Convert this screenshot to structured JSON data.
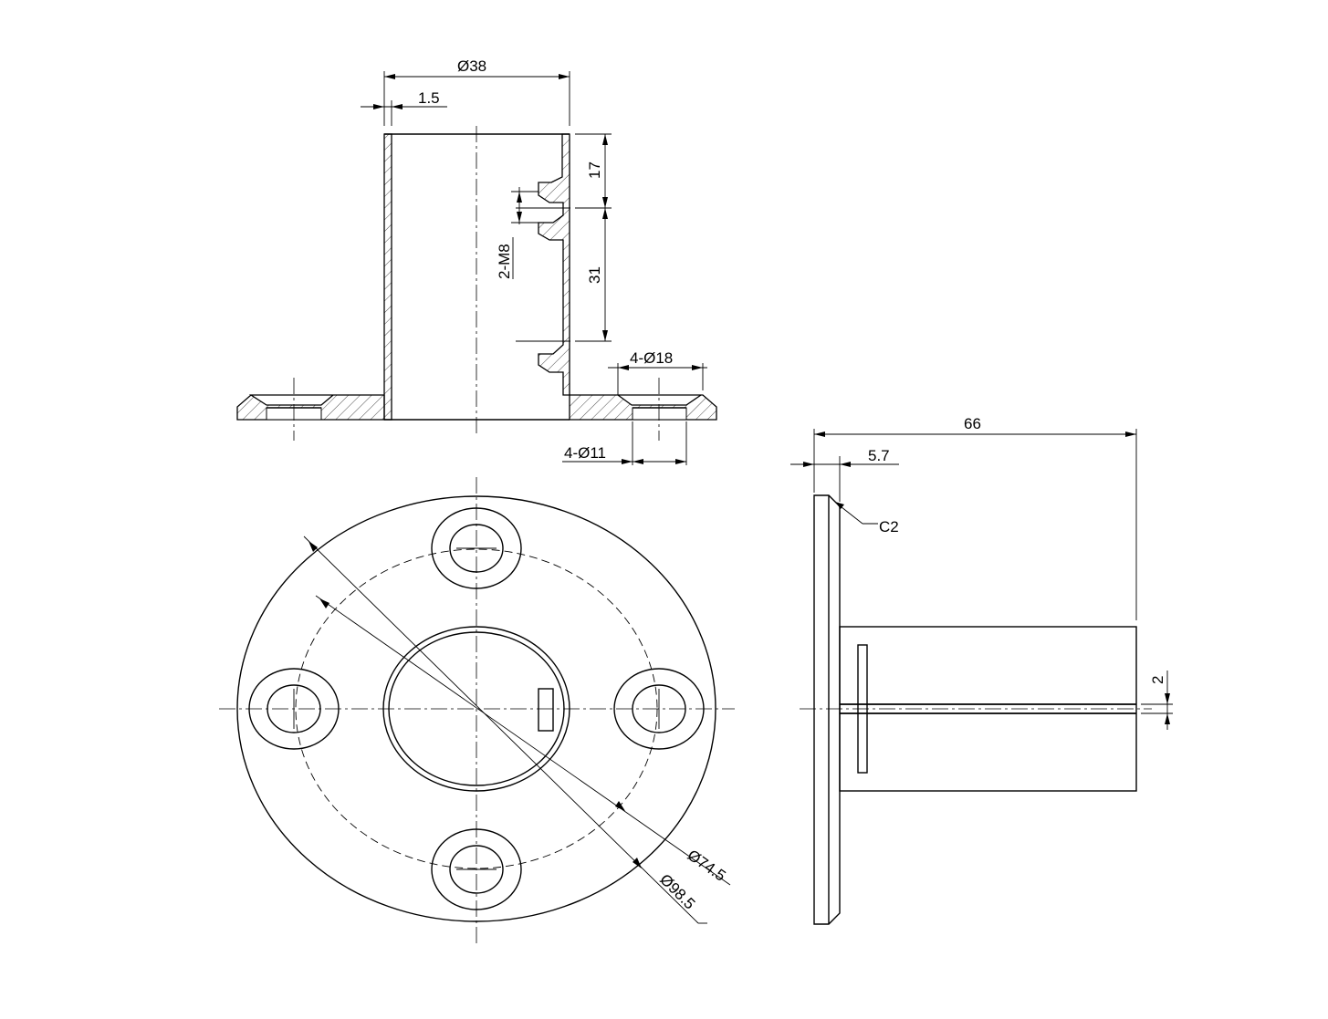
{
  "dimensions": {
    "tube_diameter": "Ø38",
    "wall_thickness": "1.5",
    "groove_offset": "17",
    "groove_spacing": "31",
    "thread_holes": "2-M8",
    "counterbore": "4-Ø18",
    "through_holes": "4-Ø11",
    "overall_length": "66",
    "flange_thickness": "5.7",
    "chamfer": "C2",
    "slot_width": "2",
    "bolt_circle": "Ø74.5",
    "flange_diameter": "Ø98.5"
  }
}
